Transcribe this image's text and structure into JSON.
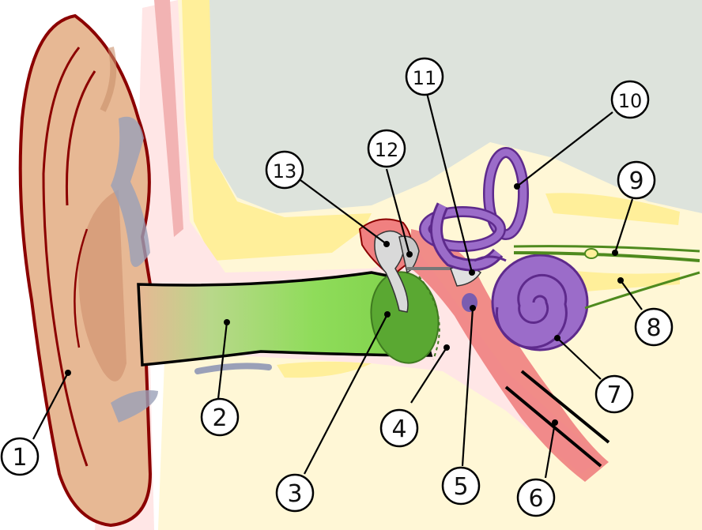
{
  "labels": [
    {
      "id": "1",
      "text": "1"
    },
    {
      "id": "2",
      "text": "2"
    },
    {
      "id": "3",
      "text": "3"
    },
    {
      "id": "4",
      "text": "4"
    },
    {
      "id": "5",
      "text": "5"
    },
    {
      "id": "6",
      "text": "6"
    },
    {
      "id": "7",
      "text": "7"
    },
    {
      "id": "8",
      "text": "8"
    },
    {
      "id": "9",
      "text": "9"
    },
    {
      "id": "10",
      "text": "10"
    },
    {
      "id": "11",
      "text": "11"
    },
    {
      "id": "12",
      "text": "12"
    },
    {
      "id": "13",
      "text": "13"
    }
  ],
  "colors": {
    "skin": "#e7b894",
    "skin_dark": "#d89f7c",
    "outline": "#8b0000",
    "canal_green": "#8fdc5a",
    "eardrum_green": "#5aa832",
    "tissue_pink": "#ffe6e6",
    "bone_yellow": "#ffef9a",
    "bone_gray": "#dde3dc",
    "cochlea_purple": "#9b6cc9",
    "cochlea_outline": "#5e2a8c",
    "tube_red": "#f08080",
    "cartilage_gray": "#9aa0b8",
    "nerve_green": "#4e8a1e"
  }
}
